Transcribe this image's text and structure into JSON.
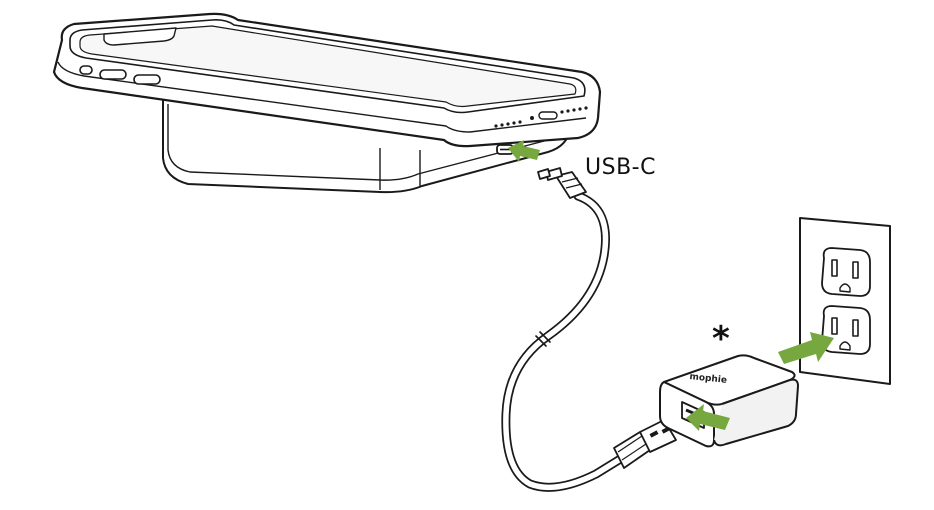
{
  "labels": {
    "usb_c": "USB-C",
    "footnote_marker": "*",
    "charger_brand": "mophie"
  },
  "colors": {
    "arrow": "#77a83f",
    "outline": "#1a1a1a",
    "fill": "#ffffff",
    "shade": "#f2f2f2"
  },
  "icons": {
    "phone": "smartphone-outline",
    "battery_pack": "wireless-charging-pad",
    "cable": "usb-a-to-usb-c-cable",
    "adapter": "usb-wall-adapter",
    "outlet": "wall-outlet",
    "arrows": "insert-direction-arrow"
  }
}
